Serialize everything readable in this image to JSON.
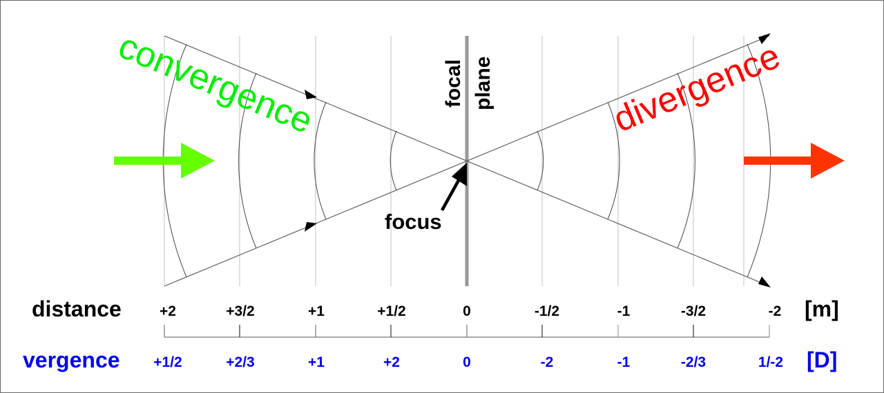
{
  "diagram": {
    "title_left": "convergence",
    "title_right": "divergence",
    "focal_plane_label": [
      "focal",
      "plane"
    ],
    "focus_label": "focus",
    "colors": {
      "convergence": "#00ee00",
      "convergence_arrow": "#66ff00",
      "divergence": "#ff0000",
      "divergence_arrow": "#ff3300",
      "vergence_text": "#0000ee",
      "focal_plane": "#999999",
      "rays": "#555555",
      "gridlines": "#cccccc"
    }
  },
  "axes": {
    "distance": {
      "label": "distance",
      "unit": "[m]",
      "ticks": [
        "+2",
        "+3/2",
        "+1",
        "+1/2",
        "0",
        "-1/2",
        "-1",
        "-3/2",
        "-2"
      ]
    },
    "vergence": {
      "label": "vergence",
      "unit": "[D]",
      "ticks": [
        "+1/2",
        "+2/3",
        "+1",
        "+2",
        "0",
        "-2",
        "-1",
        "-2/3",
        "1/-2"
      ]
    }
  }
}
